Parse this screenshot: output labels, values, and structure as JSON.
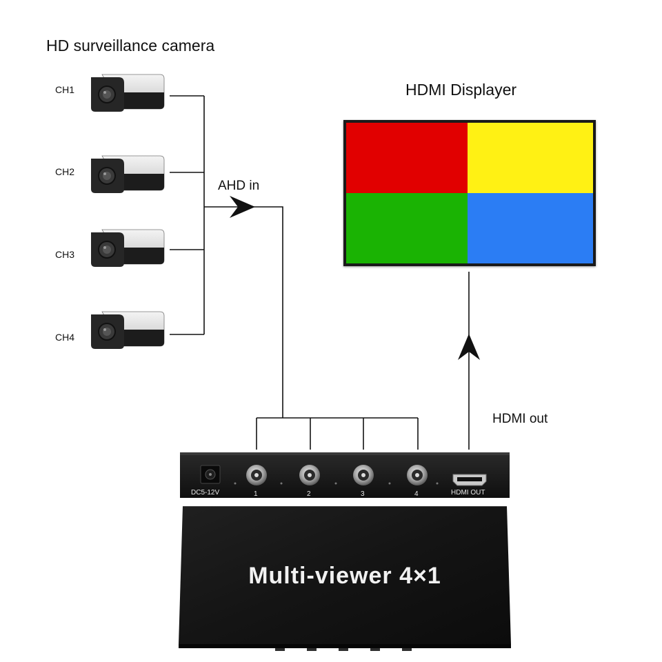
{
  "diagram": {
    "camera_group_title": "HD surveillance camera",
    "cameras": [
      {
        "label": "CH1"
      },
      {
        "label": "CH2"
      },
      {
        "label": "CH3"
      },
      {
        "label": "CH4"
      }
    ],
    "input_label": "AHD in",
    "display": {
      "title": "HDMI Displayer",
      "quadrants": [
        {
          "color": "#e10000"
        },
        {
          "color": "#fff114"
        },
        {
          "color": "#1ab303"
        },
        {
          "color": "#2b7df4"
        }
      ]
    },
    "output_label": "HDMI out",
    "device": {
      "name": "Multi-viewer 4×1",
      "power_port_label": "DC5-12V",
      "input_ports": [
        "1",
        "2",
        "3",
        "4"
      ],
      "output_port_label": "HDMI OUT",
      "body_color": "#161616"
    }
  }
}
